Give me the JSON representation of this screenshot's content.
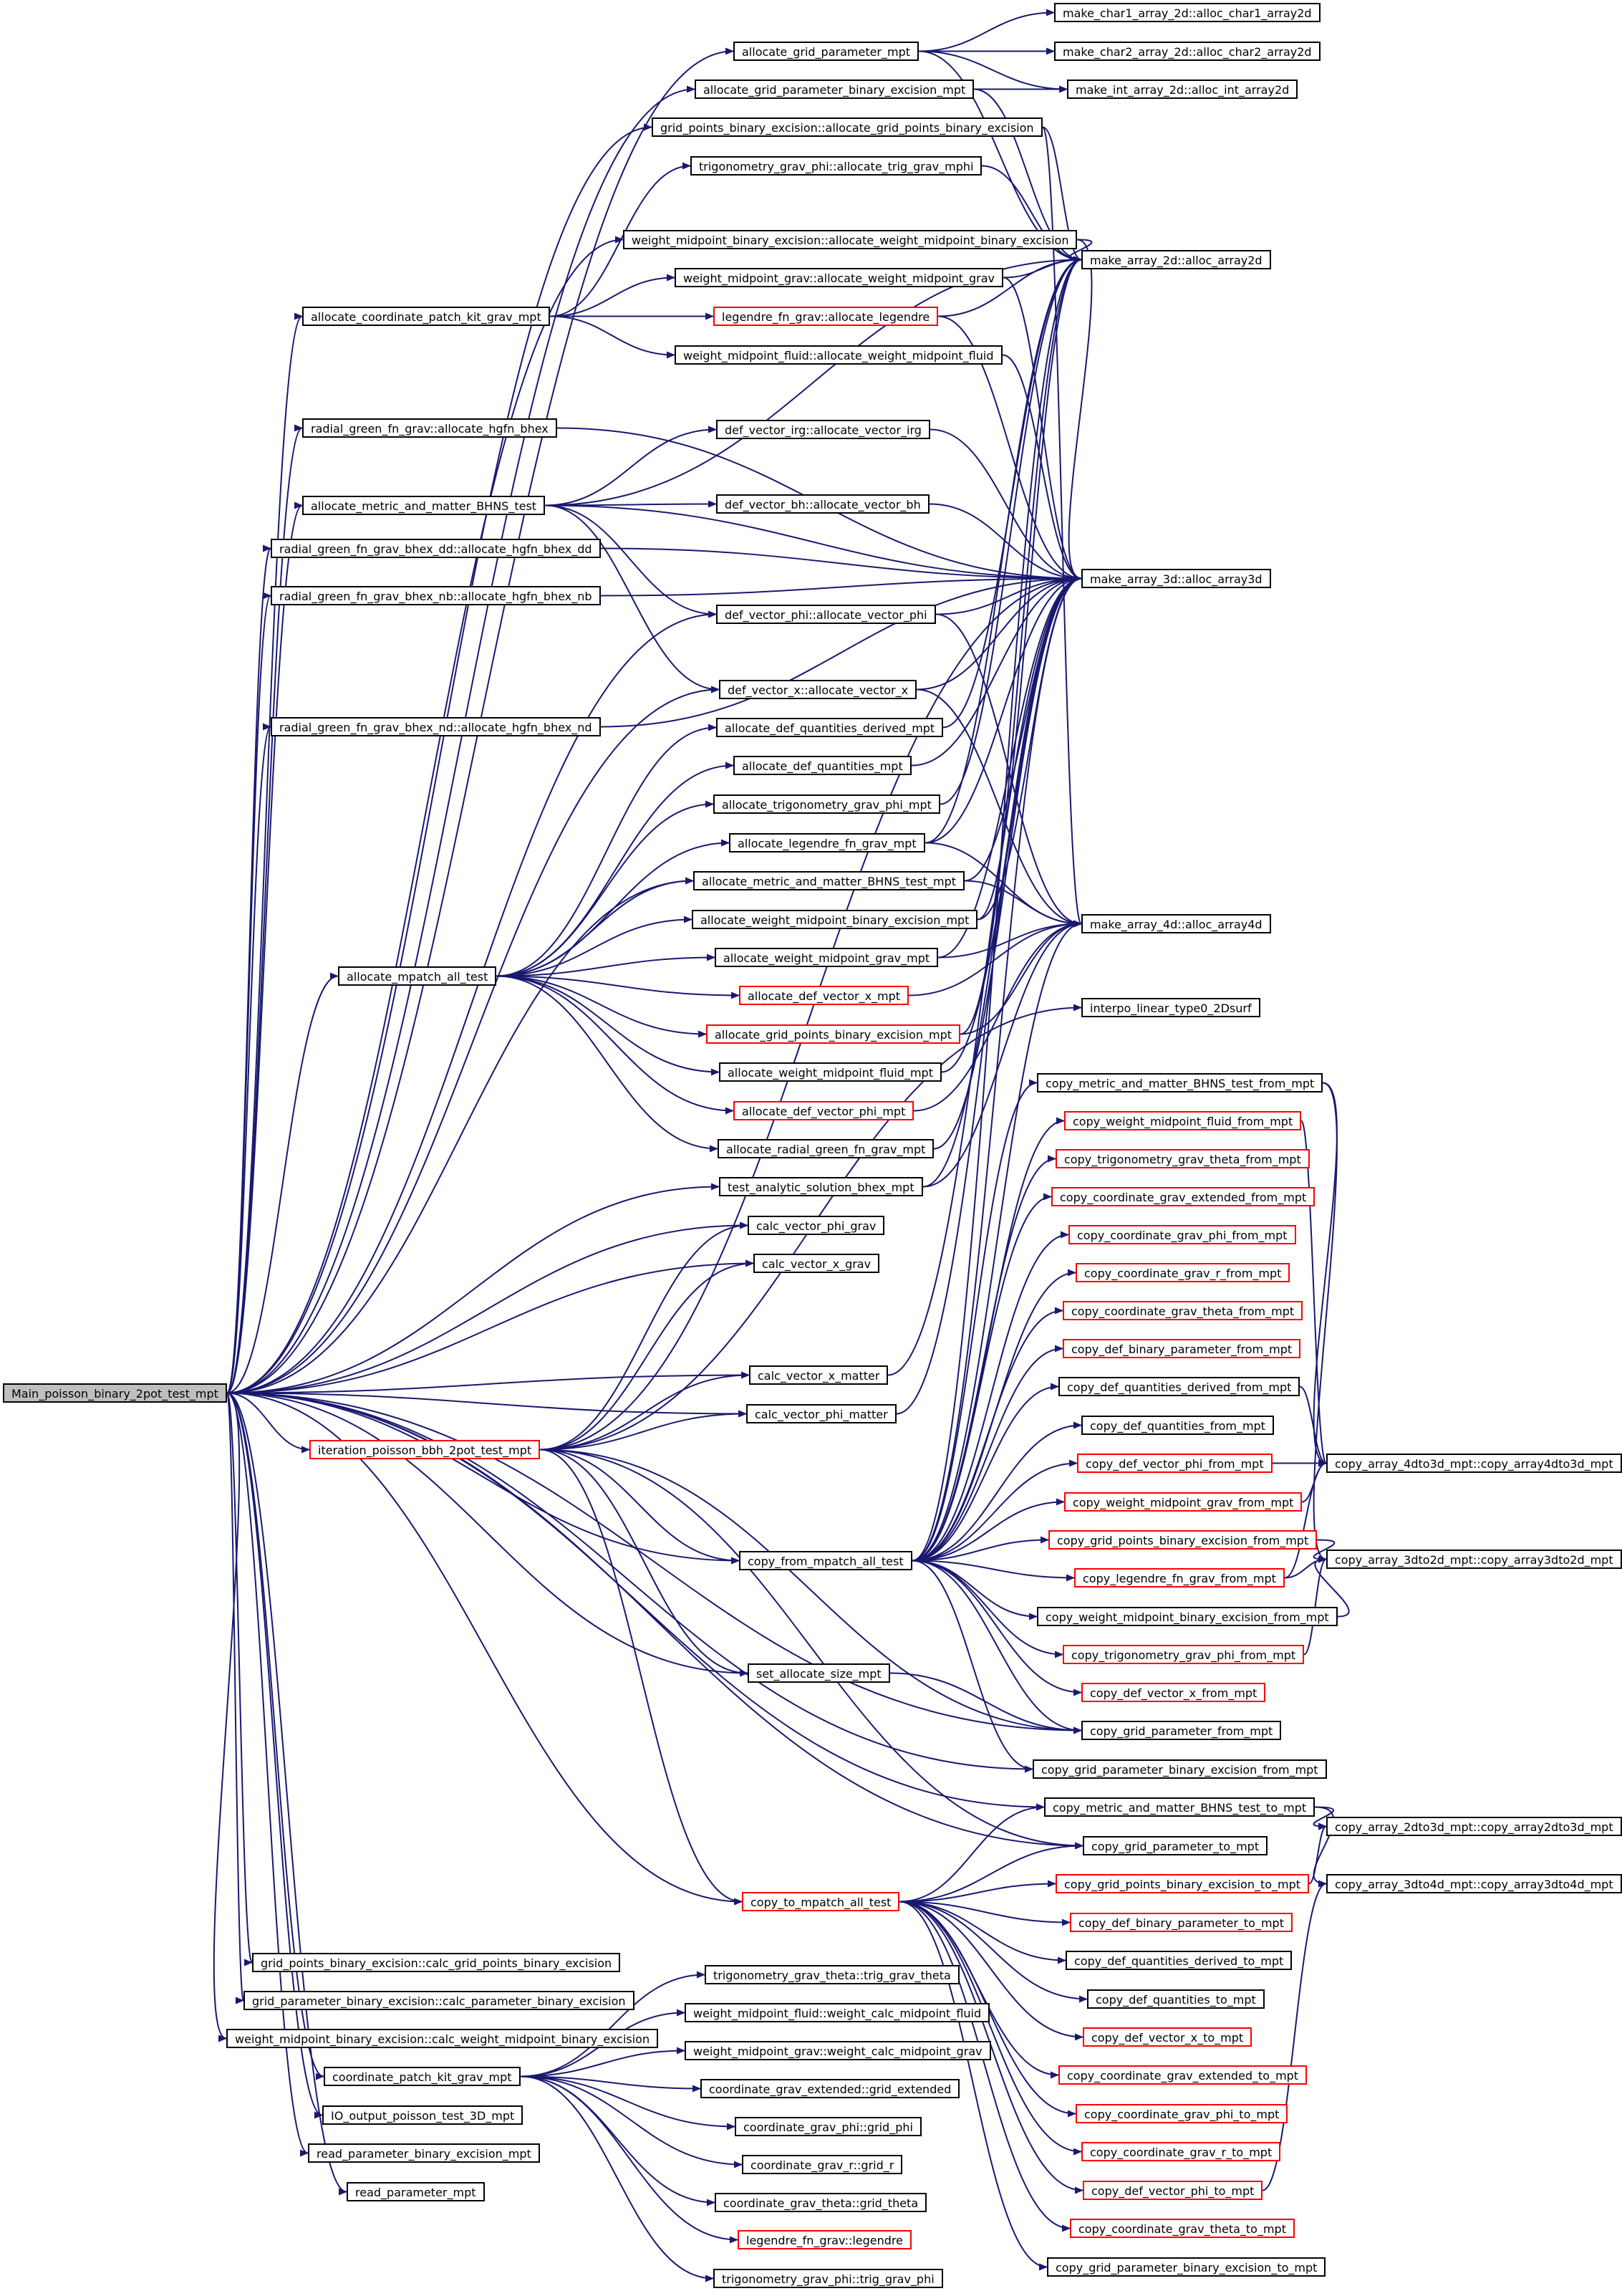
{
  "colors": {
    "edge": "#191970",
    "border": "#000000",
    "border_incomplete": "#ff0000",
    "root_fill": "#bfbfbf",
    "background": "#ffffff"
  },
  "nodes": [
    {
      "id": "root",
      "label": "Main_poisson_binary_2pot_test_mpt",
      "style": "root"
    },
    {
      "id": "agp",
      "label": "allocate_grid_parameter_mpt"
    },
    {
      "id": "agpbe",
      "label": "allocate_grid_parameter_binary_excision_mpt"
    },
    {
      "id": "gpbe_alloc",
      "label": "grid_points_binary_excision::allocate_grid_points_binary_excision"
    },
    {
      "id": "tgp_alloc",
      "label": "trigonometry_grav_phi::allocate_trig_grav_mphi"
    },
    {
      "id": "wmbe_alloc",
      "label": "weight_midpoint_binary_excision::allocate_weight_midpoint_binary_excision"
    },
    {
      "id": "wmg_alloc",
      "label": "weight_midpoint_grav::allocate_weight_midpoint_grav"
    },
    {
      "id": "acpk",
      "label": "allocate_coordinate_patch_kit_grav_mpt"
    },
    {
      "id": "leg_alloc",
      "label": "legendre_fn_grav::allocate_legendre",
      "style": "red"
    },
    {
      "id": "wmf_alloc",
      "label": "weight_midpoint_fluid::allocate_weight_midpoint_fluid"
    },
    {
      "id": "rgf_hgfn",
      "label": "radial_green_fn_grav::allocate_hgfn_bhex"
    },
    {
      "id": "dvi",
      "label": "def_vector_irg::allocate_vector_irg"
    },
    {
      "id": "amm",
      "label": "allocate_metric_and_matter_BHNS_test"
    },
    {
      "id": "dvb",
      "label": "def_vector_bh::allocate_vector_bh"
    },
    {
      "id": "rgfdd",
      "label": "radial_green_fn_grav_bhex_dd::allocate_hgfn_bhex_dd"
    },
    {
      "id": "rgfnb",
      "label": "radial_green_fn_grav_bhex_nb::allocate_hgfn_bhex_nb"
    },
    {
      "id": "dvp",
      "label": "def_vector_phi::allocate_vector_phi"
    },
    {
      "id": "dvx",
      "label": "def_vector_x::allocate_vector_x"
    },
    {
      "id": "rgfnd",
      "label": "radial_green_fn_grav_bhex_nd::allocate_hgfn_bhex_nd"
    },
    {
      "id": "adqd",
      "label": "allocate_def_quantities_derived_mpt"
    },
    {
      "id": "adq",
      "label": "allocate_def_quantities_mpt"
    },
    {
      "id": "atg",
      "label": "allocate_trigonometry_grav_phi_mpt"
    },
    {
      "id": "alf",
      "label": "allocate_legendre_fn_grav_mpt"
    },
    {
      "id": "ammt",
      "label": "allocate_metric_and_matter_BHNS_test_mpt"
    },
    {
      "id": "awbe",
      "label": "allocate_weight_midpoint_binary_excision_mpt"
    },
    {
      "id": "amat",
      "label": "allocate_mpatch_all_test"
    },
    {
      "id": "awg",
      "label": "allocate_weight_midpoint_grav_mpt"
    },
    {
      "id": "advx",
      "label": "allocate_def_vector_x_mpt",
      "style": "red"
    },
    {
      "id": "agpb",
      "label": "allocate_grid_points_binary_excision_mpt",
      "style": "red"
    },
    {
      "id": "awf",
      "label": "allocate_weight_midpoint_fluid_mpt"
    },
    {
      "id": "advp",
      "label": "allocate_def_vector_phi_mpt",
      "style": "red"
    },
    {
      "id": "argf",
      "label": "allocate_radial_green_fn_grav_mpt"
    },
    {
      "id": "tas",
      "label": "test_analytic_solution_bhex_mpt"
    },
    {
      "id": "cvpg",
      "label": "calc_vector_phi_grav"
    },
    {
      "id": "cvxg",
      "label": "calc_vector_x_grav"
    },
    {
      "id": "cvxm",
      "label": "calc_vector_x_matter"
    },
    {
      "id": "cvpm",
      "label": "calc_vector_phi_matter"
    },
    {
      "id": "ipb",
      "label": "iteration_poisson_bbh_2pot_test_mpt",
      "style": "red"
    },
    {
      "id": "cfmat",
      "label": "copy_from_mpatch_all_test"
    },
    {
      "id": "sas",
      "label": "set_allocate_size_mpt"
    },
    {
      "id": "ctmat",
      "label": "copy_to_mpatch_all_test",
      "style": "red"
    },
    {
      "id": "gpbe_calc",
      "label": "grid_points_binary_excision::calc_grid_points_binary_excision"
    },
    {
      "id": "gpe_calc",
      "label": "grid_parameter_binary_excision::calc_parameter_binary_excision"
    },
    {
      "id": "wmbe_calc",
      "label": "weight_midpoint_binary_excision::calc_weight_midpoint_binary_excision"
    },
    {
      "id": "cpk",
      "label": "coordinate_patch_kit_grav_mpt"
    },
    {
      "id": "io",
      "label": "IO_output_poisson_test_3D_mpt"
    },
    {
      "id": "rpbe",
      "label": "read_parameter_binary_excision_mpt"
    },
    {
      "id": "rp",
      "label": "read_parameter_mpt"
    },
    {
      "id": "tgt",
      "label": "trigonometry_grav_theta::trig_grav_theta"
    },
    {
      "id": "wmfc",
      "label": "weight_midpoint_fluid::weight_calc_midpoint_fluid"
    },
    {
      "id": "wmgc",
      "label": "weight_midpoint_grav::weight_calc_midpoint_grav"
    },
    {
      "id": "cge",
      "label": "coordinate_grav_extended::grid_extended"
    },
    {
      "id": "cgp",
      "label": "coordinate_grav_phi::grid_phi"
    },
    {
      "id": "cgr",
      "label": "coordinate_grav_r::grid_r"
    },
    {
      "id": "cgt",
      "label": "coordinate_grav_theta::grid_theta"
    },
    {
      "id": "lfl",
      "label": "legendre_fn_grav::legendre",
      "style": "red"
    },
    {
      "id": "tgpt",
      "label": "trigonometry_grav_phi::trig_grav_phi"
    },
    {
      "id": "mc1",
      "label": "make_char1_array_2d::alloc_char1_array2d"
    },
    {
      "id": "mc2",
      "label": "make_char2_array_2d::alloc_char2_array2d"
    },
    {
      "id": "mi2",
      "label": "make_int_array_2d::alloc_int_array2d"
    },
    {
      "id": "ma2",
      "label": "make_array_2d::alloc_array2d"
    },
    {
      "id": "ma3",
      "label": "make_array_3d::alloc_array3d"
    },
    {
      "id": "ma4",
      "label": "make_array_4d::alloc_array4d"
    },
    {
      "id": "ilt",
      "label": "interpo_linear_type0_2Dsurf"
    },
    {
      "id": "cmmf",
      "label": "copy_metric_and_matter_BHNS_test_from_mpt"
    },
    {
      "id": "cwff",
      "label": "copy_weight_midpoint_fluid_from_mpt",
      "style": "red"
    },
    {
      "id": "ctgtf",
      "label": "copy_trigonometry_grav_theta_from_mpt",
      "style": "red"
    },
    {
      "id": "cgef",
      "label": "copy_coordinate_grav_extended_from_mpt",
      "style": "red"
    },
    {
      "id": "cgpf",
      "label": "copy_coordinate_grav_phi_from_mpt",
      "style": "red"
    },
    {
      "id": "cgrf",
      "label": "copy_coordinate_grav_r_from_mpt",
      "style": "red"
    },
    {
      "id": "cgtf",
      "label": "copy_coordinate_grav_theta_from_mpt",
      "style": "red"
    },
    {
      "id": "cdbpf",
      "label": "copy_def_binary_parameter_from_mpt",
      "style": "red"
    },
    {
      "id": "cdqdf",
      "label": "copy_def_quantities_derived_from_mpt"
    },
    {
      "id": "cdqf",
      "label": "copy_def_quantities_from_mpt"
    },
    {
      "id": "cdvpf",
      "label": "copy_def_vector_phi_from_mpt",
      "style": "red"
    },
    {
      "id": "cwgf",
      "label": "copy_weight_midpoint_grav_from_mpt",
      "style": "red"
    },
    {
      "id": "cgpbf",
      "label": "copy_grid_points_binary_excision_from_mpt",
      "style": "red"
    },
    {
      "id": "clff",
      "label": "copy_legendre_fn_grav_from_mpt",
      "style": "red"
    },
    {
      "id": "cwbef",
      "label": "copy_weight_midpoint_binary_excision_from_mpt"
    },
    {
      "id": "ctgpf",
      "label": "copy_trigonometry_grav_phi_from_mpt",
      "style": "red"
    },
    {
      "id": "cdvxf",
      "label": "copy_def_vector_x_from_mpt",
      "style": "red"
    },
    {
      "id": "cgpf2",
      "label": "copy_grid_parameter_from_mpt"
    },
    {
      "id": "cgpbef",
      "label": "copy_grid_parameter_binary_excision_from_mpt"
    },
    {
      "id": "c43",
      "label": "copy_array_4dto3d_mpt::copy_array4dto3d_mpt"
    },
    {
      "id": "c32",
      "label": "copy_array_3dto2d_mpt::copy_array3dto2d_mpt"
    },
    {
      "id": "cmmt",
      "label": "copy_metric_and_matter_BHNS_test_to_mpt"
    },
    {
      "id": "cgpt2",
      "label": "copy_grid_parameter_to_mpt"
    },
    {
      "id": "cgpbt",
      "label": "copy_grid_points_binary_excision_to_mpt",
      "style": "red"
    },
    {
      "id": "cdbpt",
      "label": "copy_def_binary_parameter_to_mpt",
      "style": "red"
    },
    {
      "id": "cdqdt",
      "label": "copy_def_quantities_derived_to_mpt"
    },
    {
      "id": "cdqt",
      "label": "copy_def_quantities_to_mpt"
    },
    {
      "id": "cdvxt",
      "label": "copy_def_vector_x_to_mpt",
      "style": "red"
    },
    {
      "id": "cget",
      "label": "copy_coordinate_grav_extended_to_mpt",
      "style": "red"
    },
    {
      "id": "cgpt",
      "label": "copy_coordinate_grav_phi_to_mpt",
      "style": "red"
    },
    {
      "id": "cgrt",
      "label": "copy_coordinate_grav_r_to_mpt",
      "style": "red"
    },
    {
      "id": "cdvpt",
      "label": "copy_def_vector_phi_to_mpt",
      "style": "red"
    },
    {
      "id": "cgtt",
      "label": "copy_coordinate_grav_theta_to_mpt",
      "style": "red"
    },
    {
      "id": "cgpbet",
      "label": "copy_grid_parameter_binary_excision_to_mpt"
    },
    {
      "id": "c23",
      "label": "copy_array_2dto3d_mpt::copy_array2dto3d_mpt"
    },
    {
      "id": "c34",
      "label": "copy_array_3dto4d_mpt::copy_array3dto4d_mpt"
    }
  ],
  "edges": [
    [
      "root",
      "agp"
    ],
    [
      "root",
      "agpbe"
    ],
    [
      "root",
      "gpbe_alloc"
    ],
    [
      "root",
      "wmbe_alloc"
    ],
    [
      "root",
      "acpk"
    ],
    [
      "root",
      "rgf_hgfn"
    ],
    [
      "root",
      "amm"
    ],
    [
      "root",
      "rgfdd"
    ],
    [
      "root",
      "rgfnb"
    ],
    [
      "root",
      "dvp"
    ],
    [
      "root",
      "rgfnd"
    ],
    [
      "root",
      "dvx"
    ],
    [
      "root",
      "ammt"
    ],
    [
      "root",
      "amat"
    ],
    [
      "root",
      "tas"
    ],
    [
      "root",
      "cvpg"
    ],
    [
      "root",
      "cvxg"
    ],
    [
      "root",
      "cvxm"
    ],
    [
      "root",
      "cvpm"
    ],
    [
      "root",
      "ipb"
    ],
    [
      "root",
      "cfmat"
    ],
    [
      "root",
      "sas"
    ],
    [
      "root",
      "cgpf2"
    ],
    [
      "root",
      "cgpbef"
    ],
    [
      "root",
      "cmmt"
    ],
    [
      "root",
      "cgpt2"
    ],
    [
      "root",
      "ctmat"
    ],
    [
      "root",
      "gpbe_calc"
    ],
    [
      "root",
      "gpe_calc"
    ],
    [
      "root",
      "wmbe_calc"
    ],
    [
      "root",
      "cpk"
    ],
    [
      "root",
      "io"
    ],
    [
      "root",
      "rpbe"
    ],
    [
      "root",
      "rp"
    ],
    [
      "agp",
      "mc1"
    ],
    [
      "agp",
      "mc2"
    ],
    [
      "agp",
      "mi2"
    ],
    [
      "agp",
      "ma2"
    ],
    [
      "agpbe",
      "mi2"
    ],
    [
      "agpbe",
      "ma2"
    ],
    [
      "gpbe_alloc",
      "ma2"
    ],
    [
      "gpbe_alloc",
      "ma4"
    ],
    [
      "tgp_alloc",
      "ma2"
    ],
    [
      "wmbe_alloc",
      "ma2"
    ],
    [
      "wmbe_alloc",
      "ma3"
    ],
    [
      "wmg_alloc",
      "ma2"
    ],
    [
      "wmg_alloc",
      "ma3"
    ],
    [
      "leg_alloc",
      "ma2"
    ],
    [
      "leg_alloc",
      "ma3"
    ],
    [
      "wmf_alloc",
      "ma3"
    ],
    [
      "acpk",
      "tgp_alloc"
    ],
    [
      "acpk",
      "wmg_alloc"
    ],
    [
      "acpk",
      "leg_alloc"
    ],
    [
      "acpk",
      "wmf_alloc"
    ],
    [
      "rgf_hgfn",
      "ma3"
    ],
    [
      "dvi",
      "ma3"
    ],
    [
      "amm",
      "dvi"
    ],
    [
      "amm",
      "dvb"
    ],
    [
      "amm",
      "dvp"
    ],
    [
      "amm",
      "dvx"
    ],
    [
      "amm",
      "ma3"
    ],
    [
      "amm",
      "ma2"
    ],
    [
      "dvb",
      "ma3"
    ],
    [
      "rgfdd",
      "ma3"
    ],
    [
      "rgfnb",
      "ma3"
    ],
    [
      "dvp",
      "ma3"
    ],
    [
      "dvp",
      "ma4"
    ],
    [
      "dvx",
      "ma3"
    ],
    [
      "dvx",
      "ma4"
    ],
    [
      "rgfnd",
      "ma3"
    ],
    [
      "adqd",
      "ma2"
    ],
    [
      "adq",
      "ma3"
    ],
    [
      "atg",
      "ma2"
    ],
    [
      "alf",
      "ma2"
    ],
    [
      "alf",
      "ma3"
    ],
    [
      "alf",
      "ma4"
    ],
    [
      "ammt",
      "ma3"
    ],
    [
      "ammt",
      "ma4"
    ],
    [
      "awbe",
      "ma2"
    ],
    [
      "awbe",
      "ma3"
    ],
    [
      "awg",
      "ma3"
    ],
    [
      "awg",
      "ma4"
    ],
    [
      "advx",
      "ma4"
    ],
    [
      "agpb",
      "ma2"
    ],
    [
      "agpb",
      "ma4"
    ],
    [
      "awf",
      "ma3"
    ],
    [
      "advp",
      "ma4"
    ],
    [
      "argf",
      "ma3"
    ],
    [
      "tas",
      "ma3"
    ],
    [
      "tas",
      "ma4"
    ],
    [
      "amat",
      "adqd"
    ],
    [
      "amat",
      "adq"
    ],
    [
      "amat",
      "atg"
    ],
    [
      "amat",
      "alf"
    ],
    [
      "amat",
      "ammt"
    ],
    [
      "amat",
      "awbe"
    ],
    [
      "amat",
      "awg"
    ],
    [
      "amat",
      "advx"
    ],
    [
      "amat",
      "agpb"
    ],
    [
      "amat",
      "awf"
    ],
    [
      "amat",
      "advp"
    ],
    [
      "amat",
      "argf"
    ],
    [
      "cvxm",
      "ma3"
    ],
    [
      "cvpm",
      "ma3"
    ],
    [
      "ipb",
      "cvpg"
    ],
    [
      "ipb",
      "cvxg"
    ],
    [
      "ipb",
      "cvxm"
    ],
    [
      "ipb",
      "cvpm"
    ],
    [
      "ipb",
      "cfmat"
    ],
    [
      "ipb",
      "sas"
    ],
    [
      "ipb",
      "ctmat"
    ],
    [
      "ipb",
      "cgpf2"
    ],
    [
      "ipb",
      "cgpt2"
    ],
    [
      "ipb",
      "ma3"
    ],
    [
      "ipb",
      "ilt"
    ],
    [
      "cfmat",
      "cmmf"
    ],
    [
      "cfmat",
      "cwff"
    ],
    [
      "cfmat",
      "ctgtf"
    ],
    [
      "cfmat",
      "cgef"
    ],
    [
      "cfmat",
      "cgpf"
    ],
    [
      "cfmat",
      "cgrf"
    ],
    [
      "cfmat",
      "cgtf"
    ],
    [
      "cfmat",
      "cdbpf"
    ],
    [
      "cfmat",
      "cdqdf"
    ],
    [
      "cfmat",
      "cdqf"
    ],
    [
      "cfmat",
      "cdvpf"
    ],
    [
      "cfmat",
      "cwgf"
    ],
    [
      "cfmat",
      "cgpbf"
    ],
    [
      "cfmat",
      "clff"
    ],
    [
      "cfmat",
      "cwbef"
    ],
    [
      "cfmat",
      "ctgpf"
    ],
    [
      "cfmat",
      "cdvxf"
    ],
    [
      "cfmat",
      "cgpf2"
    ],
    [
      "cfmat",
      "cgpbef"
    ],
    [
      "cfmat",
      "ma3"
    ],
    [
      "cfmat",
      "ma4"
    ],
    [
      "cfmat",
      "ma2"
    ],
    [
      "sas",
      "cgpf2"
    ],
    [
      "cmmf",
      "c43"
    ],
    [
      "cwff",
      "c43"
    ],
    [
      "cdvpf",
      "c43"
    ],
    [
      "cwgf",
      "c43"
    ],
    [
      "cgpbf",
      "c32"
    ],
    [
      "clff",
      "c43"
    ],
    [
      "clff",
      "c32"
    ],
    [
      "cwbef",
      "c32"
    ],
    [
      "ctgpf",
      "c32"
    ],
    [
      "cdqdf",
      "c43"
    ],
    [
      "cmmf",
      "c32"
    ],
    [
      "cmmt",
      "c23"
    ],
    [
      "cmmt",
      "c34"
    ],
    [
      "cgpbt",
      "c23"
    ],
    [
      "cdvpt",
      "c34"
    ],
    [
      "ctmat",
      "cgpt2"
    ],
    [
      "ctmat",
      "cgpbt"
    ],
    [
      "ctmat",
      "cdbpt"
    ],
    [
      "ctmat",
      "cdqdt"
    ],
    [
      "ctmat",
      "cdqt"
    ],
    [
      "ctmat",
      "cdvxt"
    ],
    [
      "ctmat",
      "cget"
    ],
    [
      "ctmat",
      "cgpt"
    ],
    [
      "ctmat",
      "cgrt"
    ],
    [
      "ctmat",
      "cdvpt"
    ],
    [
      "ctmat",
      "cgtt"
    ],
    [
      "ctmat",
      "cgpbet"
    ],
    [
      "ctmat",
      "cmmt"
    ],
    [
      "cpk",
      "tgt"
    ],
    [
      "cpk",
      "wmfc"
    ],
    [
      "cpk",
      "wmgc"
    ],
    [
      "cpk",
      "cge"
    ],
    [
      "cpk",
      "cgp"
    ],
    [
      "cpk",
      "cgr"
    ],
    [
      "cpk",
      "cgt"
    ],
    [
      "cpk",
      "lfl"
    ],
    [
      "cpk",
      "tgpt"
    ]
  ]
}
